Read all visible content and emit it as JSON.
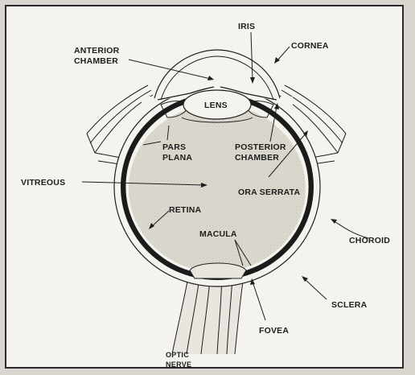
{
  "diagram": {
    "labels": {
      "iris": "IRIS",
      "cornea": "CORNEA",
      "anterior_chamber_1": "ANTERIOR",
      "anterior_chamber_2": "CHAMBER",
      "lens": "LENS",
      "pars_plana_1": "PARS",
      "pars_plana_2": "PLANA",
      "posterior_chamber_1": "POSTERIOR",
      "posterior_chamber_2": "CHAMBER",
      "vitreous": "VITREOUS",
      "ora_serrata": "ORA SERRATA",
      "retina": "RETINA",
      "macula": "MACULA",
      "choroid": "CHOROID",
      "sclera": "SCLERA",
      "fovea": "FOVEA",
      "optic_nerve_1": "OPTIC",
      "optic_nerve_2": "NERVE"
    },
    "colors": {
      "background": "#f4f3ee",
      "interior": "#d9d6cc",
      "choroid": "#1b1b1b",
      "ink": "#1e1e1e"
    }
  }
}
